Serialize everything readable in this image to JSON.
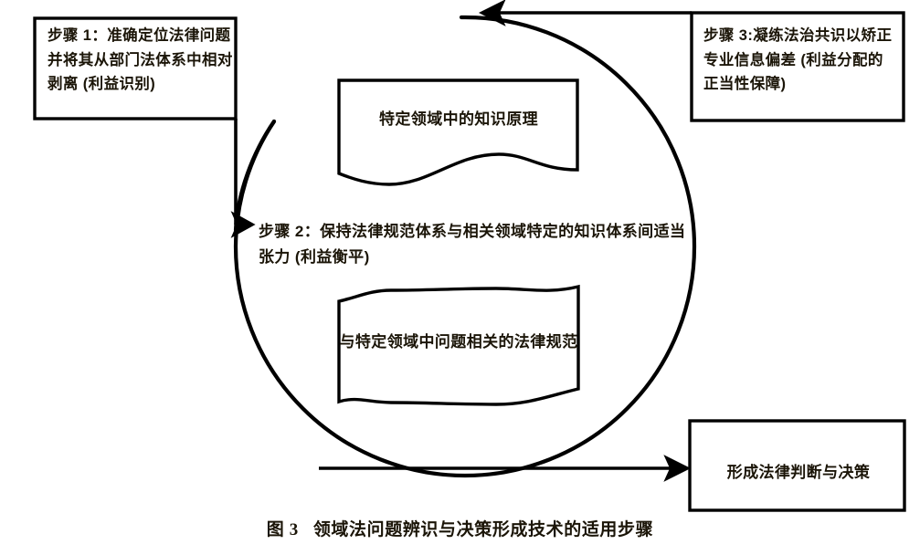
{
  "figure": {
    "caption_number": "图 3",
    "caption_title": "领域法问题辨识与决策形成技术的适用步骤",
    "caption_full": "图 3　领域法问题辨识与决策形成技术的适用步骤"
  },
  "colors": {
    "stroke": "#000000",
    "text": "#1b1508",
    "background": "#ffffff"
  },
  "boxes": {
    "step1": {
      "label": "步骤 1：准确定位法律问题并将其从部门法体系中相对剥离 (利益识别)",
      "shape": "rectangle"
    },
    "step3": {
      "label": "步骤 3:凝练法治共识以矫正专业信息偏差 (利益分配的正当性保障)",
      "shape": "rectangle"
    },
    "decision": {
      "label": "形成法律判断与决策",
      "shape": "rectangle"
    }
  },
  "center": {
    "step2": {
      "label": "步骤 2：保持法律规范体系与相关领域特定的知识体系间适当张力 (利益衡平)"
    },
    "banner_top": {
      "label": "特定领域中的知识原理",
      "shape": "wave-bottom-banner"
    },
    "banner_bottom": {
      "label": "与特定领域中问题相关的法律规范",
      "shape": "wave-banner"
    },
    "cycle": {
      "shape": "circle-arrow",
      "direction": "clockwise"
    }
  },
  "connectors": [
    {
      "name": "step1-to-cycle",
      "from": "step1",
      "to": "cycle-left",
      "arrow": "down"
    },
    {
      "name": "step3-to-cycle",
      "from": "step3",
      "to": "cycle-top",
      "arrow": "left"
    },
    {
      "name": "cycle-to-decision",
      "from": "cycle-bottom",
      "to": "decision",
      "arrow": "right"
    }
  ]
}
